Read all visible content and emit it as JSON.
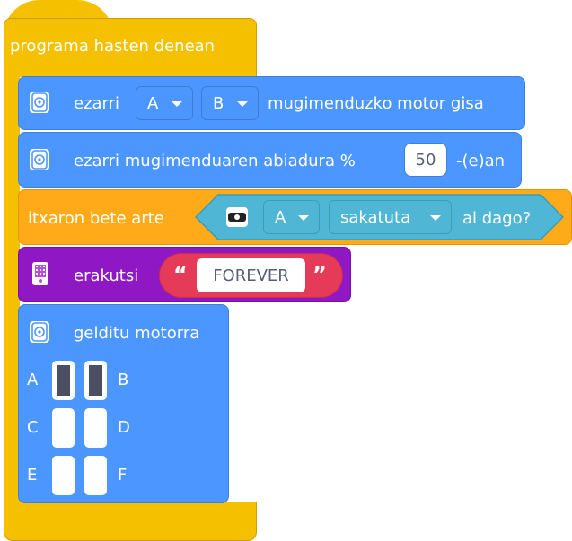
{
  "colors": {
    "event": "#f5c000",
    "motor": "#4c97ff",
    "motor_dark": "#3d7fd9",
    "control": "#ffab19",
    "sensor": "#4fb6d5",
    "display": "#9018c4",
    "string_pill": "#e63b58"
  },
  "hat_block": {
    "label": "programa hasten denean"
  },
  "block_set_motors": {
    "icon": "motor-icon",
    "label": "ezarri",
    "port_1": "A",
    "port_2": "B",
    "suffix": "mugimenduzko motor gisa"
  },
  "block_set_speed": {
    "icon": "motor-icon",
    "label": "ezarri mugimenduaren abiadura %",
    "value": "50",
    "suffix": "-(e)an"
  },
  "block_wait": {
    "label": "itxaron bete arte",
    "sensor": {
      "icon": "button-sensor-icon",
      "port": "A",
      "state": "sakatuta",
      "suffix": "al dago?"
    }
  },
  "block_display": {
    "icon": "display-icon",
    "label": "erakutsi",
    "open_quote": "“",
    "value": "FOREVER",
    "close_quote": "”"
  },
  "block_stop": {
    "icon": "motor-icon",
    "label": "gelditu motorra",
    "ports": [
      {
        "name": "A",
        "selected": true
      },
      {
        "name": "B",
        "selected": true
      },
      {
        "name": "C",
        "selected": false
      },
      {
        "name": "D",
        "selected": false
      },
      {
        "name": "E",
        "selected": false
      },
      {
        "name": "F",
        "selected": false
      }
    ]
  }
}
